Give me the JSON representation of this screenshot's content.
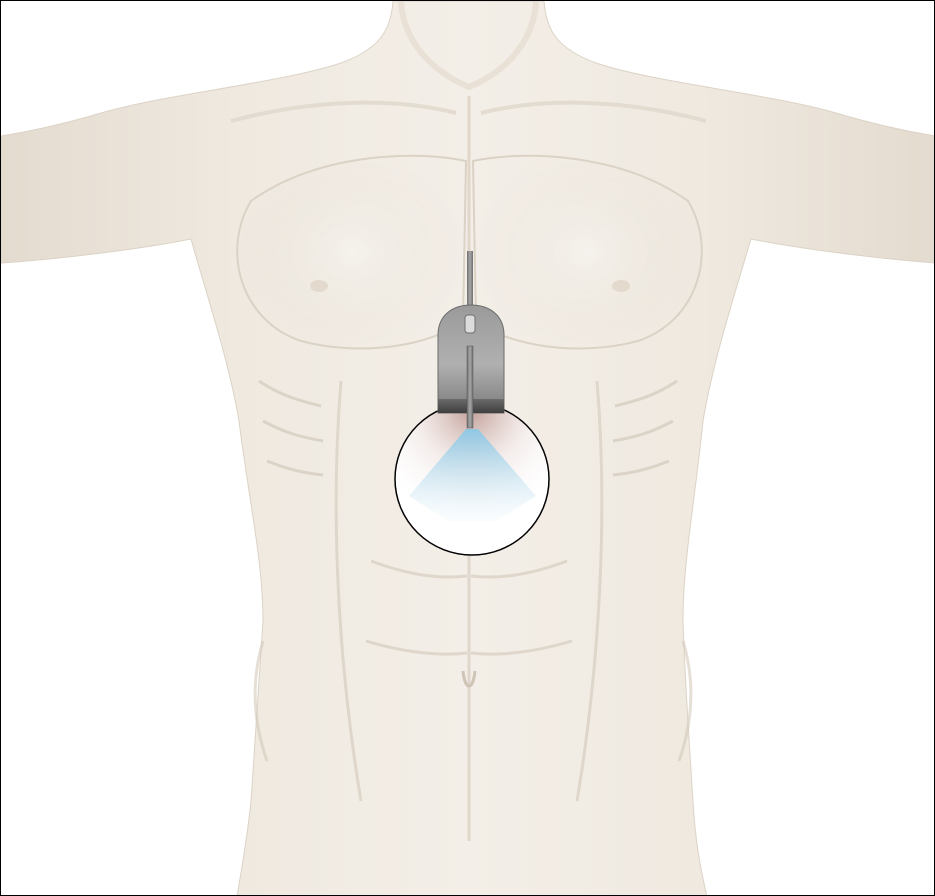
{
  "figure": {
    "subject": "human-torso-frontal-view",
    "icons": [
      "torso-illustration",
      "ultrasound-probe-icon",
      "ultrasound-field-of-view"
    ],
    "colors": {
      "skin": "#ede6dc",
      "skin_shadow": "#d9d0c4",
      "frame_border": "#000000",
      "probe_gray": "#8c8c8c",
      "probe_dark": "#5e5e5e",
      "probe_light": "#bdbdbd",
      "field_circle_fill": "#ffffff",
      "field_top_tint": "#c9a9a3",
      "ultrasound_beam": "#a9d5ec"
    }
  }
}
